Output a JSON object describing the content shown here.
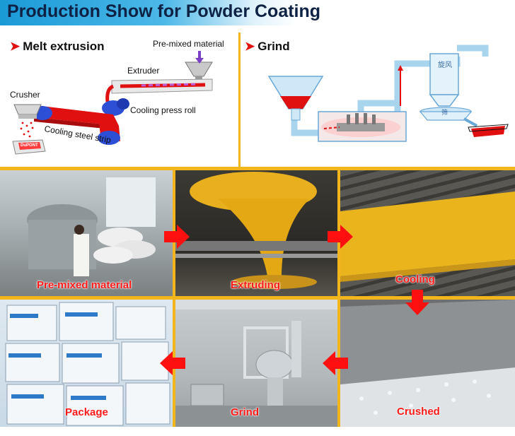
{
  "banner": {
    "title": "Production Show for Powder Coating"
  },
  "melt": {
    "heading": "Melt extrusion",
    "labels": {
      "premixed": "Pre-mixed material",
      "extruder": "Extruder",
      "crusher": "Crusher",
      "cooling_roll": "Cooling press roll",
      "cooling_strip": "Cooling steel strip",
      "tray": "DuPONT"
    }
  },
  "grind": {
    "heading": "Grind",
    "labels": {
      "cyclone": "旋风",
      "separator": "筛"
    }
  },
  "photos": [
    {
      "caption": "Pre-mixed material"
    },
    {
      "caption": "Extruding"
    },
    {
      "caption": "Cooling"
    },
    {
      "caption": "Package"
    },
    {
      "caption": "Grind"
    },
    {
      "caption": "Crushed"
    }
  ],
  "colors": {
    "accent_red": "#e01010",
    "gold": "#f2b51c",
    "banner_blue": "#1a9ad6"
  }
}
